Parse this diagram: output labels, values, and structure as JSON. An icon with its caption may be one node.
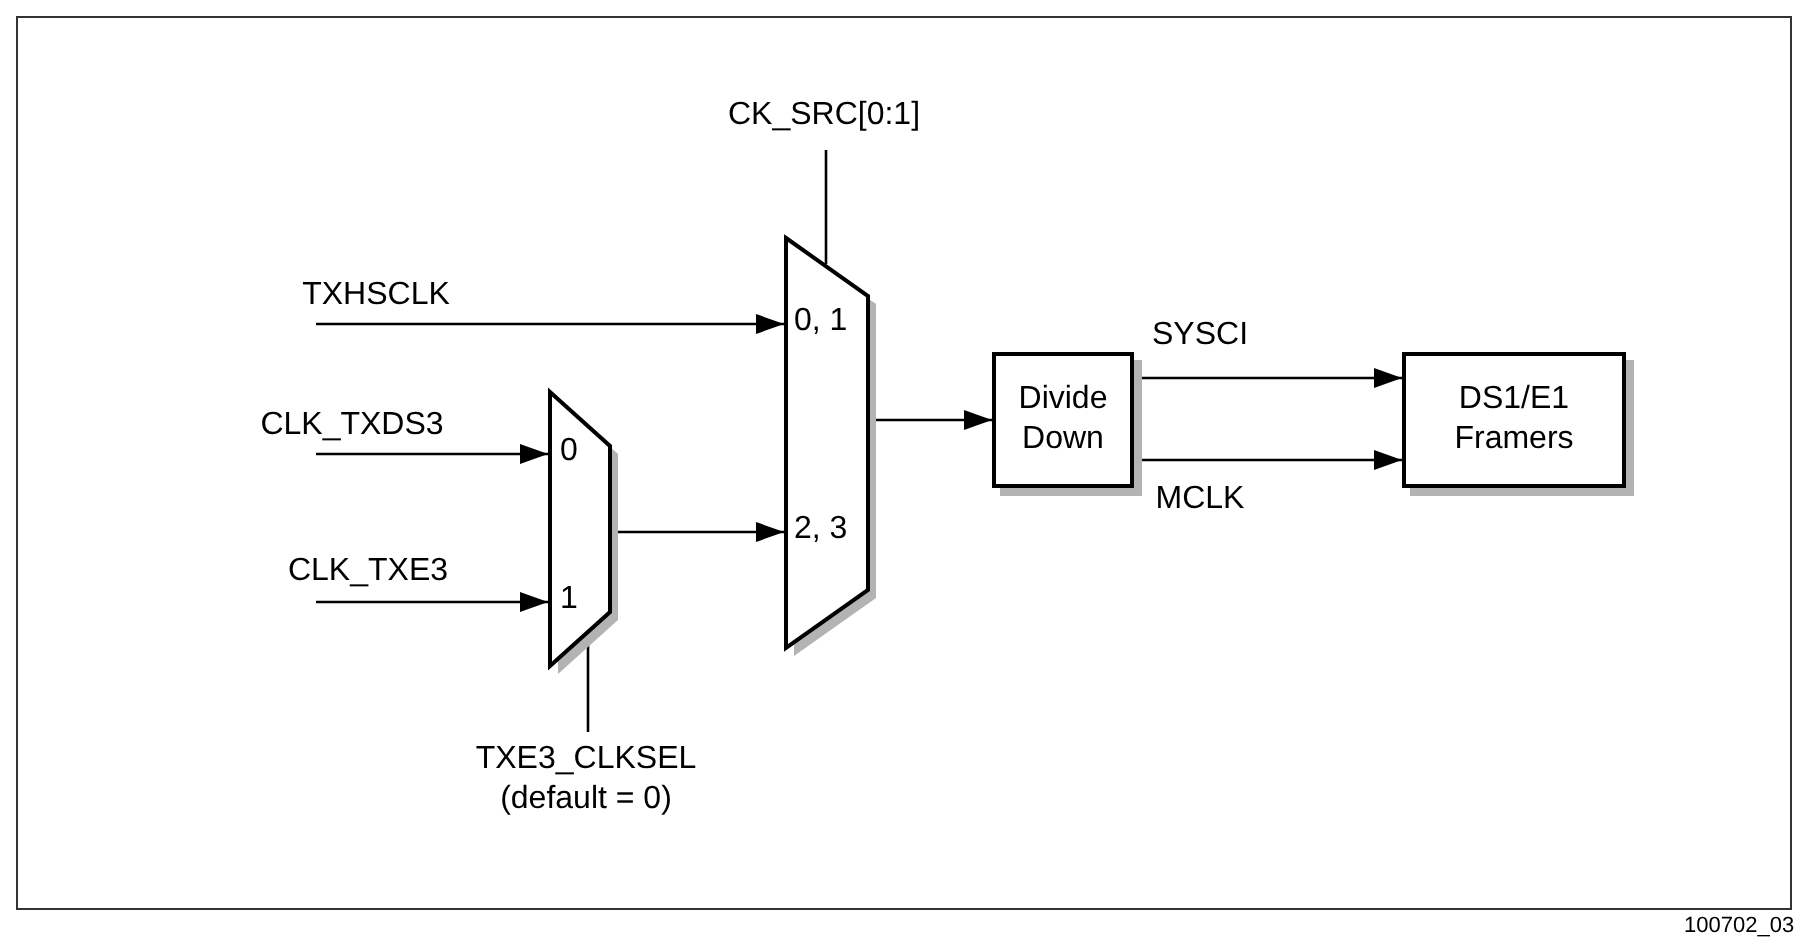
{
  "diagram": {
    "nodes": [
      {
        "text": [
          "TXHSCLK"
        ]
      },
      {
        "text": [
          "CLK_TXDS3"
        ]
      },
      {
        "text": [
          "CLK_TXE3"
        ]
      },
      {
        "text": [
          "0",
          "1"
        ]
      },
      {
        "text": [
          "TXE3_CLKSEL (default = 0)"
        ]
      },
      {
        "text": [
          "CK_SRC[0:1]"
        ]
      },
      {
        "text": [
          "0, 1",
          "2, 3"
        ]
      },
      {
        "text": [
          "Divide Down"
        ]
      },
      {
        "text": [
          "DS1/E1 Framers"
        ]
      }
    ],
    "edges": [
      {
        "from": 0,
        "to": 6,
        "arrow": "to"
      },
      {
        "from": 1,
        "to": 3,
        "arrow": "to"
      },
      {
        "from": 2,
        "to": 3,
        "arrow": "to"
      },
      {
        "from": 4,
        "to": 3,
        "arrow": "none"
      },
      {
        "from": 3,
        "to": 6,
        "arrow": "to"
      },
      {
        "from": 5,
        "to": 6,
        "arrow": "none"
      },
      {
        "from": 6,
        "to": 7,
        "arrow": "to"
      },
      {
        "from": 7,
        "to": 8,
        "label": "SYSCI",
        "arrow": "to"
      },
      {
        "from": 7,
        "to": 8,
        "label": "MCLK",
        "arrow": "to"
      }
    ],
    "labels": [
      "100702_03"
    ]
  }
}
